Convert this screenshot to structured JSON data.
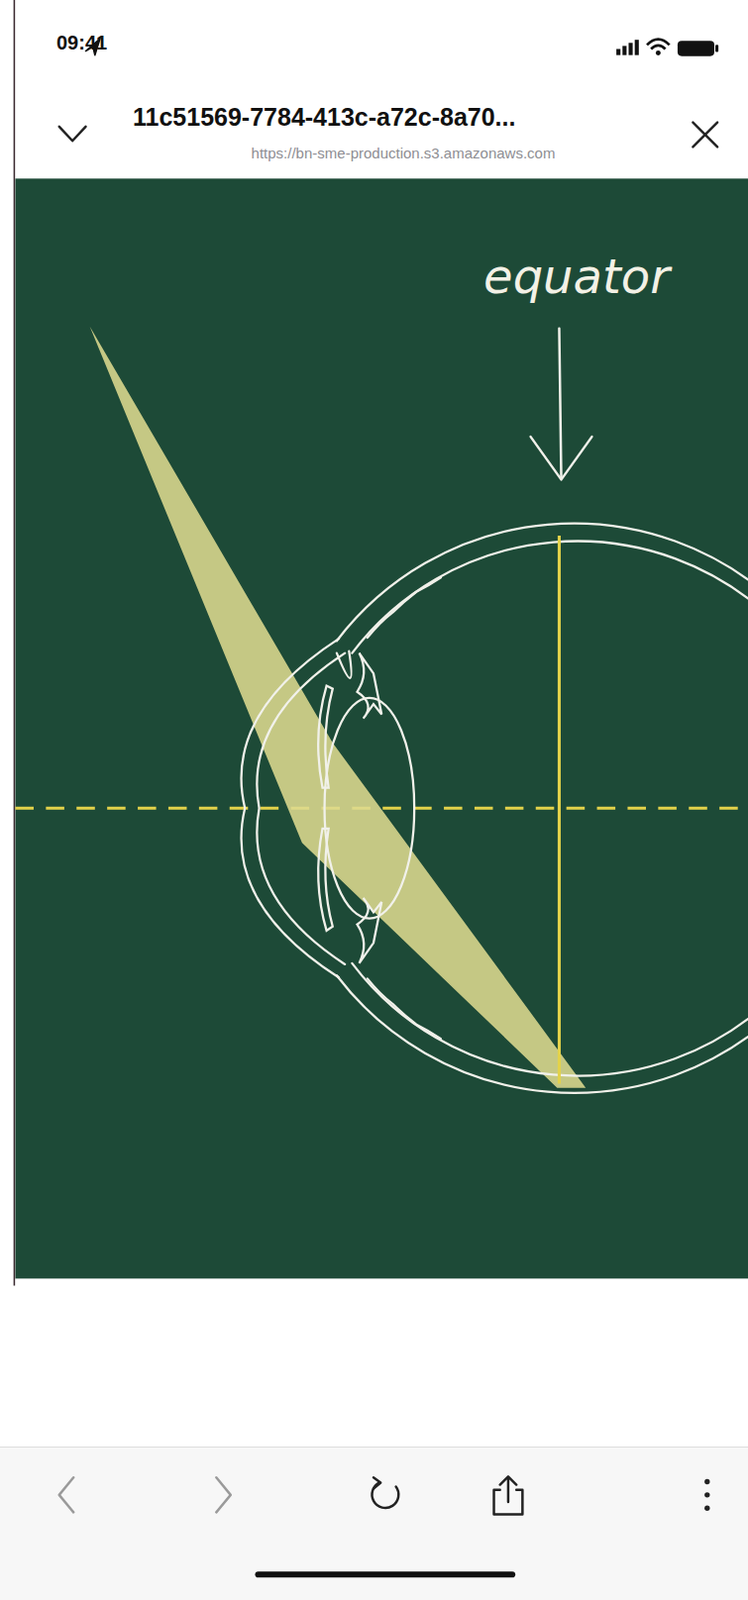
{
  "diagram": {
    "labels": [
      "09:41",
      "11c51569-7784-413c-a72c-8a70...",
      "https://bn-sme-production.s3.amazonaws.com",
      "equator"
    ]
  }
}
